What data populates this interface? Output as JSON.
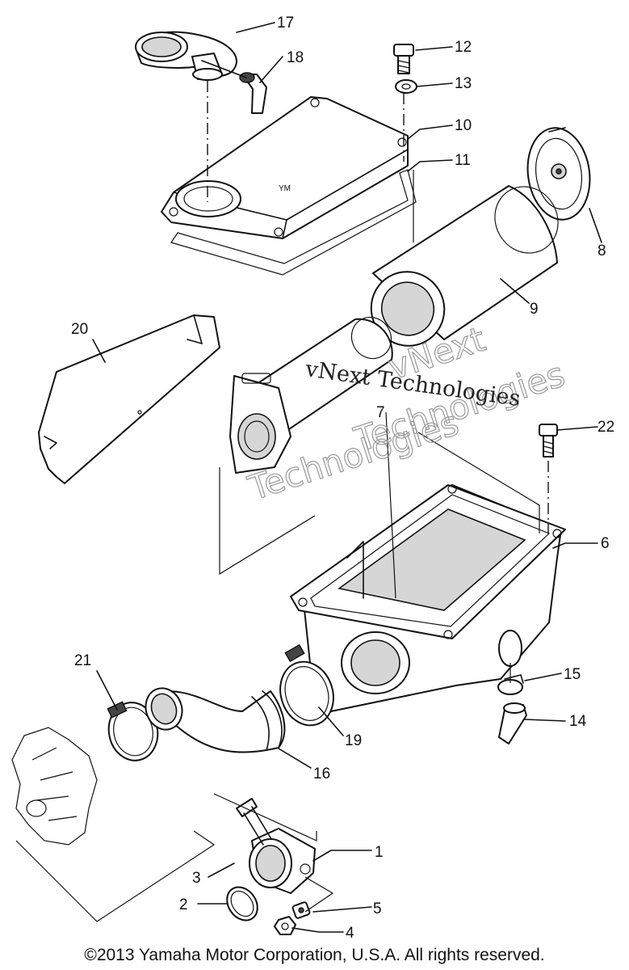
{
  "callouts": {
    "p1": "1",
    "p2": "2",
    "p3": "3",
    "p4": "4",
    "p5": "5",
    "p6": "6",
    "p7": "7",
    "p8": "8",
    "p9": "9",
    "p10": "10",
    "p11": "11",
    "p12": "12",
    "p13": "13",
    "p14": "14",
    "p15": "15",
    "p16": "16",
    "p17": "17",
    "p18": "18",
    "p19": "19",
    "p20": "20",
    "p21": "21",
    "p22": "22"
  },
  "watermark": {
    "line1": "vNext Technologies",
    "outline_top": "vNext",
    "outline_mid": "Technologies",
    "outline_bottom": "Technologies"
  },
  "footer": {
    "copyright": "©2013 Yamaha Motor Corporation, U.S.A. All rights reserved."
  }
}
